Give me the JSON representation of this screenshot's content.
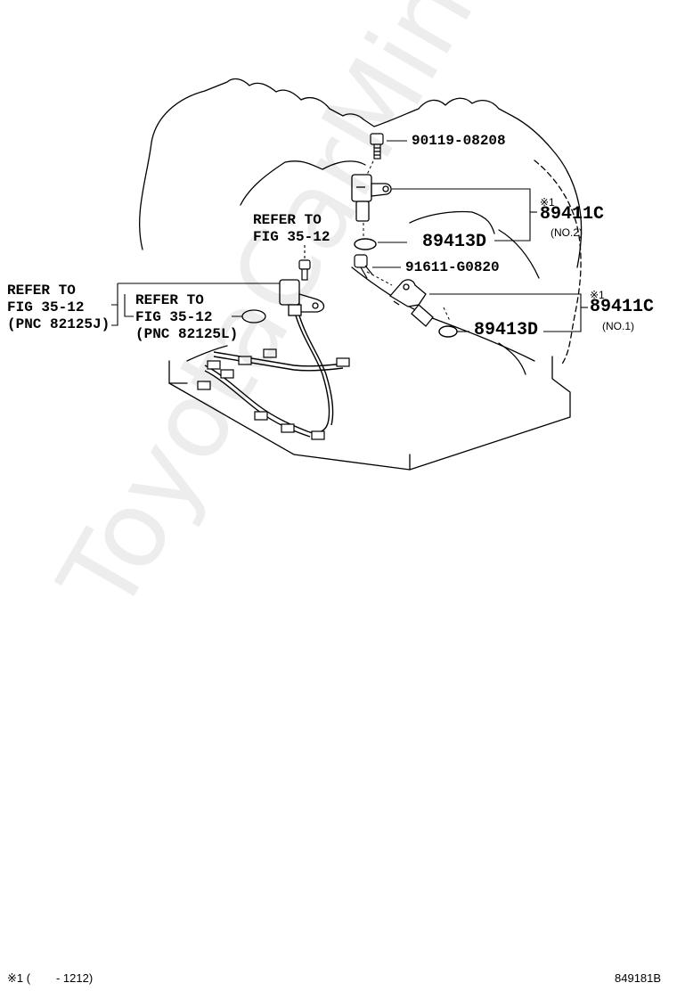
{
  "watermark": "ToyotaCarMine.ru",
  "parts": {
    "bolt_top": "90119-08208",
    "sensor_no2_mark": "※1",
    "sensor_no2_part": "89411C",
    "sensor_no2_sub": "(NO.2)",
    "oring_no2": "89413D",
    "bolt_mid": "91611-G0820",
    "sensor_no1_mark": "※1",
    "sensor_no1_part": "89411C",
    "sensor_no1_sub": "(NO.1)",
    "oring_no1": "89413D"
  },
  "refs": {
    "ref_top_line1": "REFER TO",
    "ref_top_line2": "FIG 35-12",
    "ref_left_line1": "REFER TO",
    "ref_left_line2": "FIG 35-12",
    "ref_left_line3": "(PNC 82125J)",
    "ref_inner_line1": "REFER TO",
    "ref_inner_line2": "FIG 35-12",
    "ref_inner_line3": "(PNC 82125L)"
  },
  "footer": {
    "note": "※1 (        - 1212)",
    "code": "849181B"
  }
}
